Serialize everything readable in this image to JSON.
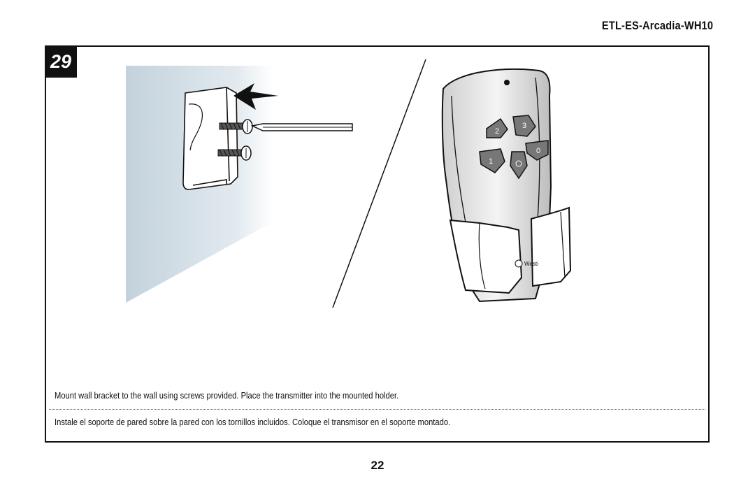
{
  "header": {
    "model": "ETL-ES-Arcadia-WH10"
  },
  "step": {
    "number": "29"
  },
  "instructions": {
    "english": "Mount wall bracket to the wall using screws provided. Place the transmitter into the mounted holder.",
    "spanish": "Instale el soporte de pared sobre la pared con los tornillos incluidos. Coloque el transmisor en el soporte montado."
  },
  "remote": {
    "buttons": [
      "2",
      "3",
      "1",
      "0"
    ],
    "brand_text": "Westi"
  },
  "footer": {
    "page_number": "22"
  }
}
